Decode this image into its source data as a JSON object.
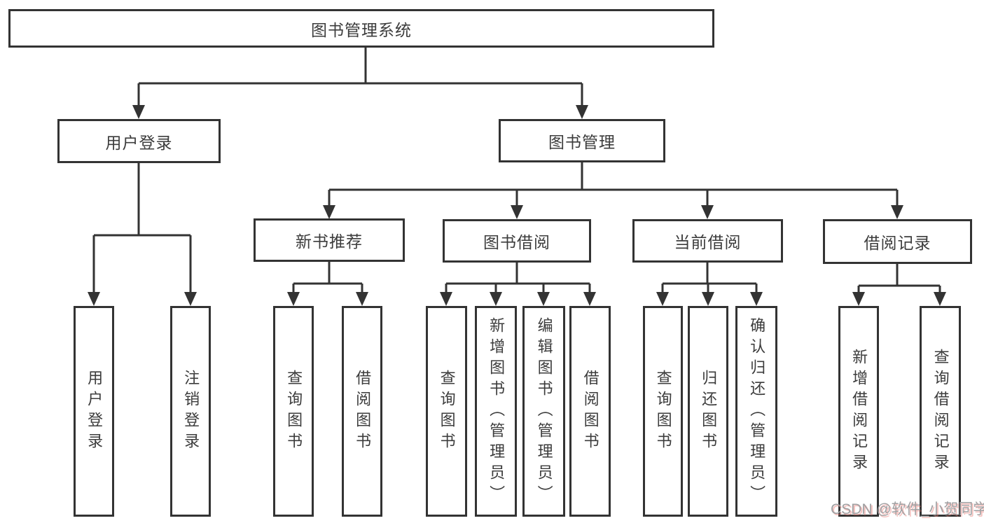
{
  "diagram": {
    "root": {
      "label": "图书管理系统"
    },
    "level2": {
      "user_login": {
        "label": "用户登录"
      },
      "book_mgmt": {
        "label": "图书管理"
      }
    },
    "level3": {
      "new_book_rec": {
        "label": "新书推荐"
      },
      "book_borrow": {
        "label": "图书借阅"
      },
      "current_borrow": {
        "label": "当前借阅"
      },
      "borrow_record": {
        "label": "借阅记录"
      }
    },
    "level4": {
      "user_login": {
        "label": "用户登录"
      },
      "logout": {
        "label": "注销登录"
      },
      "rec_query_book": {
        "label": "查询图书"
      },
      "rec_borrow_book": {
        "label": "借阅图书"
      },
      "bb_query_book": {
        "label": "查询图书"
      },
      "bb_add_book": {
        "label": "新增图书（管理员）"
      },
      "bb_edit_book": {
        "label": "编辑图书（管理员）"
      },
      "bb_borrow_book": {
        "label": "借阅图书"
      },
      "cb_query_book": {
        "label": "查询图书"
      },
      "cb_return_book": {
        "label": "归还图书"
      },
      "cb_confirm_return": {
        "label": "确认归还（管理员）"
      },
      "br_add_record": {
        "label": "新增借阅记录"
      },
      "br_query_record": {
        "label": "查询借阅记录"
      }
    }
  },
  "watermark": {
    "text": "CSDN @软件_小贺同学"
  },
  "colors": {
    "line": "#333333",
    "text": "#3c3c3c",
    "background": "#ffffff",
    "watermark_gray": "#a0a0a2",
    "watermark_red": "#e7706a"
  }
}
